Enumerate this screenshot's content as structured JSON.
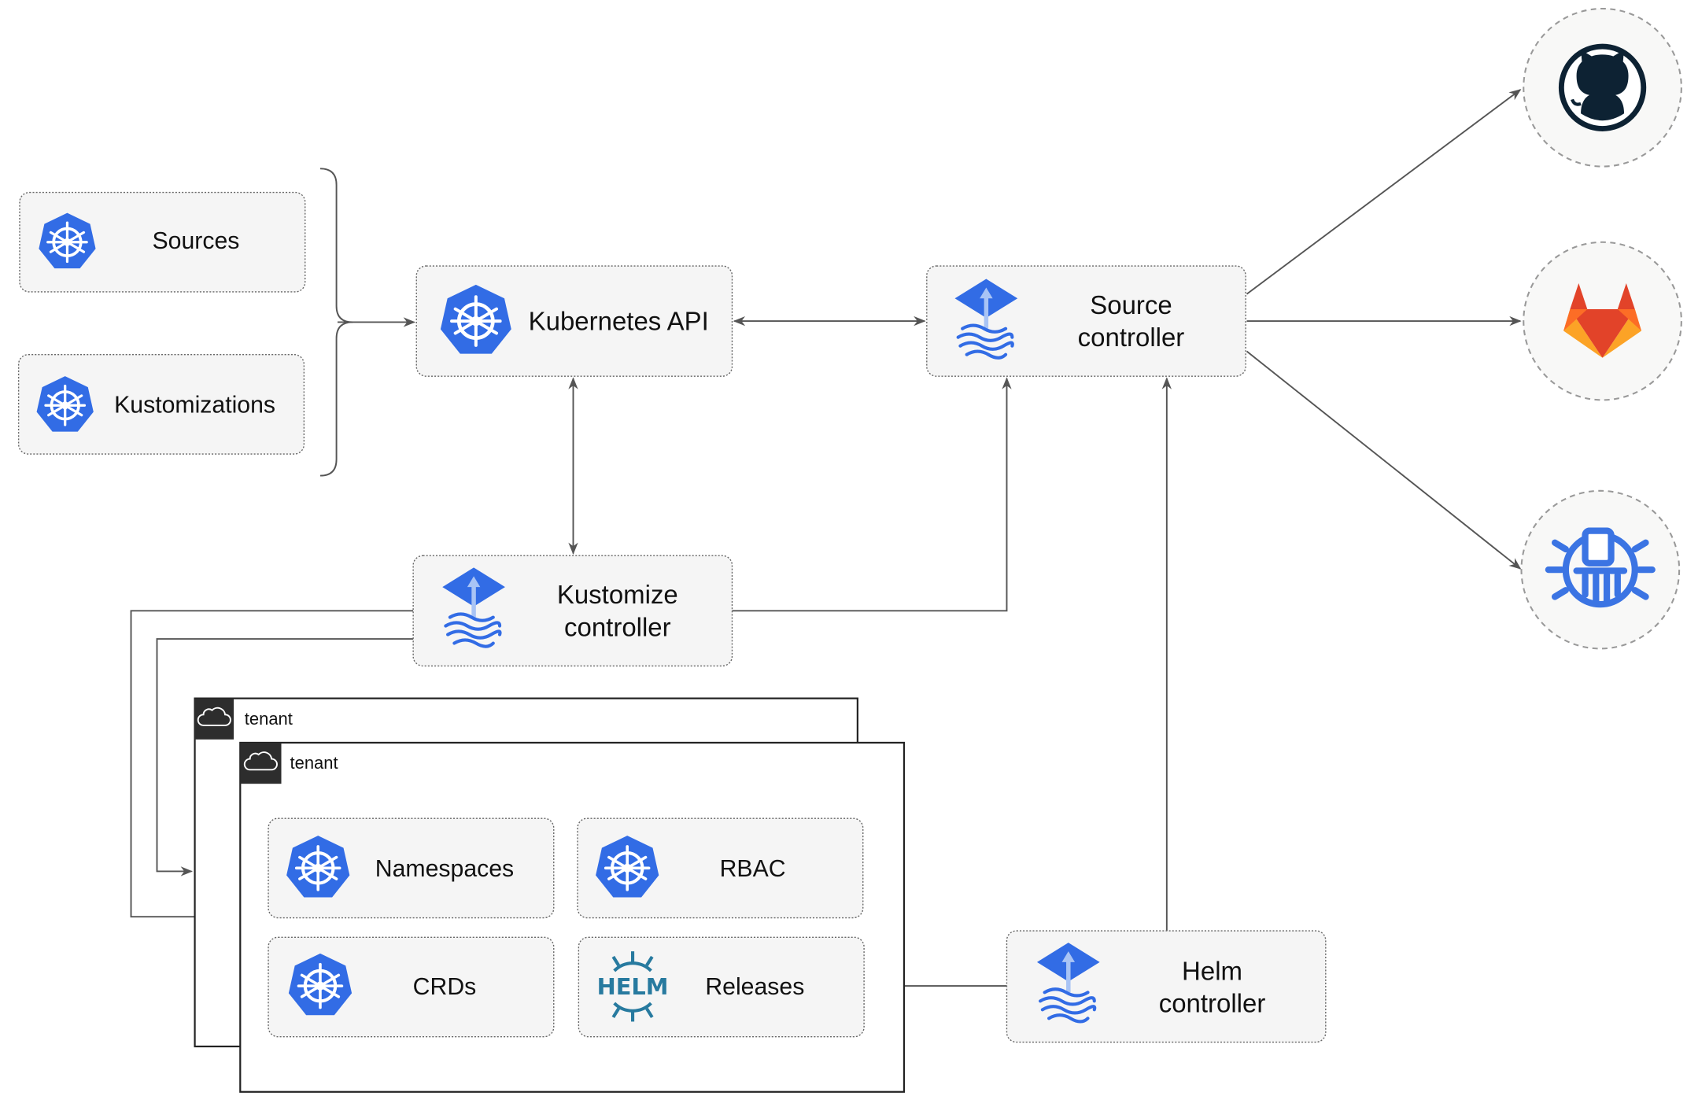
{
  "nodes": {
    "sources": {
      "label": "Sources",
      "icon": "kubernetes-icon"
    },
    "kustomizations": {
      "label": "Kustomizations",
      "icon": "kubernetes-icon"
    },
    "kubernetes_api": {
      "label": "Kubernetes API",
      "icon": "kubernetes-icon"
    },
    "source_controller": {
      "line1": "Source",
      "line2": "controller",
      "icon": "flux-icon"
    },
    "kustomize_controller": {
      "line1": "Kustomize",
      "line2": "controller",
      "icon": "flux-icon"
    },
    "helm_controller": {
      "line1": "Helm",
      "line2": "controller",
      "icon": "flux-icon"
    },
    "namespaces": {
      "label": "Namespaces",
      "icon": "kubernetes-icon"
    },
    "rbac": {
      "label": "RBAC",
      "icon": "kubernetes-icon"
    },
    "crds": {
      "label": "CRDs",
      "icon": "kubernetes-icon"
    },
    "releases": {
      "label": "Releases",
      "icon": "helm-icon",
      "icon_text": "HELM"
    }
  },
  "tenants": [
    {
      "label": "tenant",
      "icon": "cloud-icon"
    },
    {
      "label": "tenant",
      "icon": "cloud-icon"
    }
  ],
  "external_sources": [
    {
      "name": "github",
      "icon": "github-icon"
    },
    {
      "name": "gitlab",
      "icon": "gitlab-icon"
    },
    {
      "name": "bucket",
      "icon": "bucket-icon"
    }
  ],
  "colors": {
    "kubernetes_blue": "#326ce5",
    "flux_blue": "#3b74e3",
    "helm_teal": "#277a9f",
    "github_dark": "#0d2233",
    "gitlab_orange": "#e24329"
  }
}
